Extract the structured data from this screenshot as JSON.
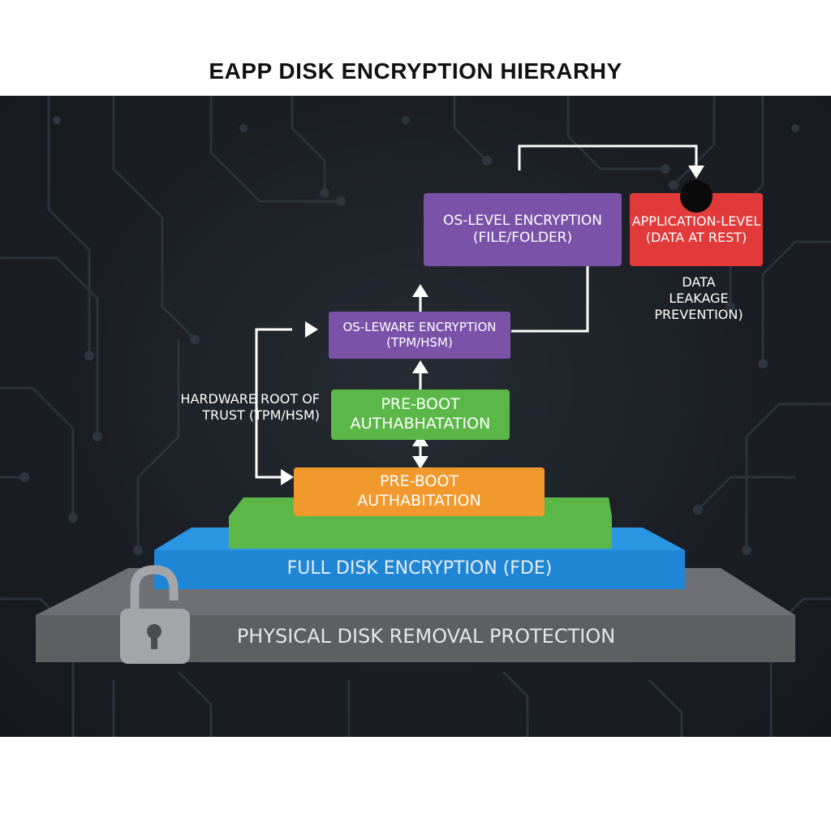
{
  "title": "EAPP DISK ENCRYPTION HIERARHY",
  "nodes": {
    "os_level": {
      "line1": "OS-LEVEL ENCRYPTION",
      "line2": "(FILE/FOLDER)"
    },
    "app_level": {
      "line1": "APPLICATION-LEVEL",
      "line2": "(DATA AT REST)"
    },
    "os_leware": {
      "line1": "OS-LEWARE ENCRYPTION",
      "line2": "(TPM/HSM)"
    },
    "preboot_upper": {
      "line1": "PRE-BOOT",
      "line2": "AUTHABHATATION"
    },
    "preboot_lower": {
      "line1": "PRE-BOOT",
      "line2": "AUTHABITATION"
    }
  },
  "labels": {
    "hardware_root": {
      "line1": "HARDWARE ROOT OF",
      "line2": "TRUST (TPM/HSM)"
    },
    "dlp": {
      "line1": "DATA",
      "line2": "LEAKAGE",
      "line3": "PREVENTION)"
    }
  },
  "layers": {
    "fde": "FULL DISK ENCRYPTION (FDE)",
    "physical": "PHYSICAL DISK REMOVAL PROTECTION"
  },
  "colors": {
    "purple": "#7a52a8",
    "red": "#e23a3a",
    "green": "#5bb848",
    "orange": "#f2992e",
    "blue": "#1f86d6",
    "gray": "#5d5f63",
    "background": "#1b1f25"
  },
  "icons": {
    "lock": "padlock-icon",
    "dot": "black-dot"
  }
}
